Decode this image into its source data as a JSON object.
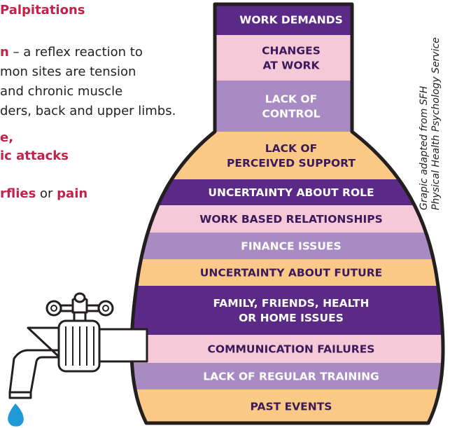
{
  "left_text": {
    "line1": "Palpitations",
    "line2_bold": "n",
    "line2_rest": " – a reflex reaction to",
    "line3": "mon sites are tension",
    "line4": "and chronic muscle",
    "line5": "ders, back and upper limbs.",
    "line6": "e,",
    "line7": "ic attacks",
    "line8_bold1": "rflies",
    "line8_mid": " or ",
    "line8_bold2": "pain"
  },
  "layers": [
    {
      "lines": [
        "WORK DEMANDS"
      ],
      "fill": "#5b2a86",
      "text_color": "#ffffff"
    },
    {
      "lines": [
        "CHANGES",
        "AT WORK"
      ],
      "fill": "#f6c9d8",
      "text_color": "#3b1a5c"
    },
    {
      "lines": [
        "LACK OF",
        "CONTROL"
      ],
      "fill": "#a98bc4",
      "text_color": "#ffffff"
    },
    {
      "lines": [
        "LACK OF",
        "PERCEIVED SUPPORT"
      ],
      "fill": "#fbc986",
      "text_color": "#3b1a5c"
    },
    {
      "lines": [
        "UNCERTAINTY ABOUT ROLE"
      ],
      "fill": "#5b2a86",
      "text_color": "#ffffff"
    },
    {
      "lines": [
        "WORK BASED RELATIONSHIPS"
      ],
      "fill": "#f6c9d8",
      "text_color": "#3b1a5c"
    },
    {
      "lines": [
        "FINANCE ISSUES"
      ],
      "fill": "#a98bc4",
      "text_color": "#ffffff"
    },
    {
      "lines": [
        "UNCERTAINTY ABOUT FUTURE"
      ],
      "fill": "#fbc986",
      "text_color": "#3b1a5c"
    },
    {
      "lines": [
        "FAMILY, FRIENDS, HEALTH",
        "OR HOME ISSUES"
      ],
      "fill": "#5b2a86",
      "text_color": "#ffffff"
    },
    {
      "lines": [
        "COMMUNICATION FAILURES"
      ],
      "fill": "#f6c9d8",
      "text_color": "#3b1a5c"
    },
    {
      "lines": [
        "LACK OF REGULAR TRAINING"
      ],
      "fill": "#a98bc4",
      "text_color": "#ffffff"
    },
    {
      "lines": [
        "PAST EVENTS"
      ],
      "fill": "#fbc986",
      "text_color": "#3b1a5c"
    }
  ],
  "credit": {
    "line1": "Grapic adapted from SFH",
    "line2": "Physical Health Psychology Service"
  },
  "colors": {
    "outline": "#231f20",
    "accent_red": "#c0234a",
    "drop": "#1e9ad6"
  },
  "icons": {
    "tap": "tap-icon",
    "drop": "water-drop-icon"
  }
}
